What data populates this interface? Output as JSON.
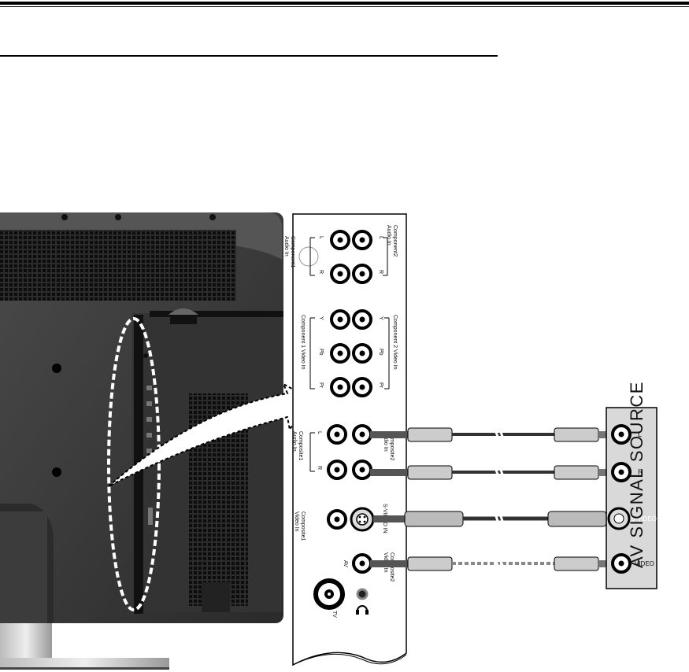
{
  "panel": {
    "component2_audio": "Component2\nAudio In",
    "component1_audio": "Component1\nAudio In",
    "component2_video": "Component 2 Video In",
    "component1_video": "Component 1 Video In",
    "composite2_audio": "Composite2\nAudio In",
    "composite1_audio": "Composite1\nAudio In",
    "svideo_in": "S-VIDEO IN",
    "composite1_video": "Composite1\nVideo In",
    "composite2_video": "Composite2\nVideo In",
    "av_label": "AV",
    "tv_label": "TV",
    "L": "L",
    "R": "R",
    "Y": "Y",
    "Pb": "Pb",
    "Pr": "Pr"
  },
  "source": {
    "title": "AV SIGNAL SOURCE",
    "L": "L",
    "R": "R",
    "svideo": "S-VIDEO",
    "video": "VIDEO"
  },
  "colors": {
    "tv_body": "#3a3a3a",
    "source_box": "#d9d9d9",
    "panel_bg": "#ffffff"
  }
}
